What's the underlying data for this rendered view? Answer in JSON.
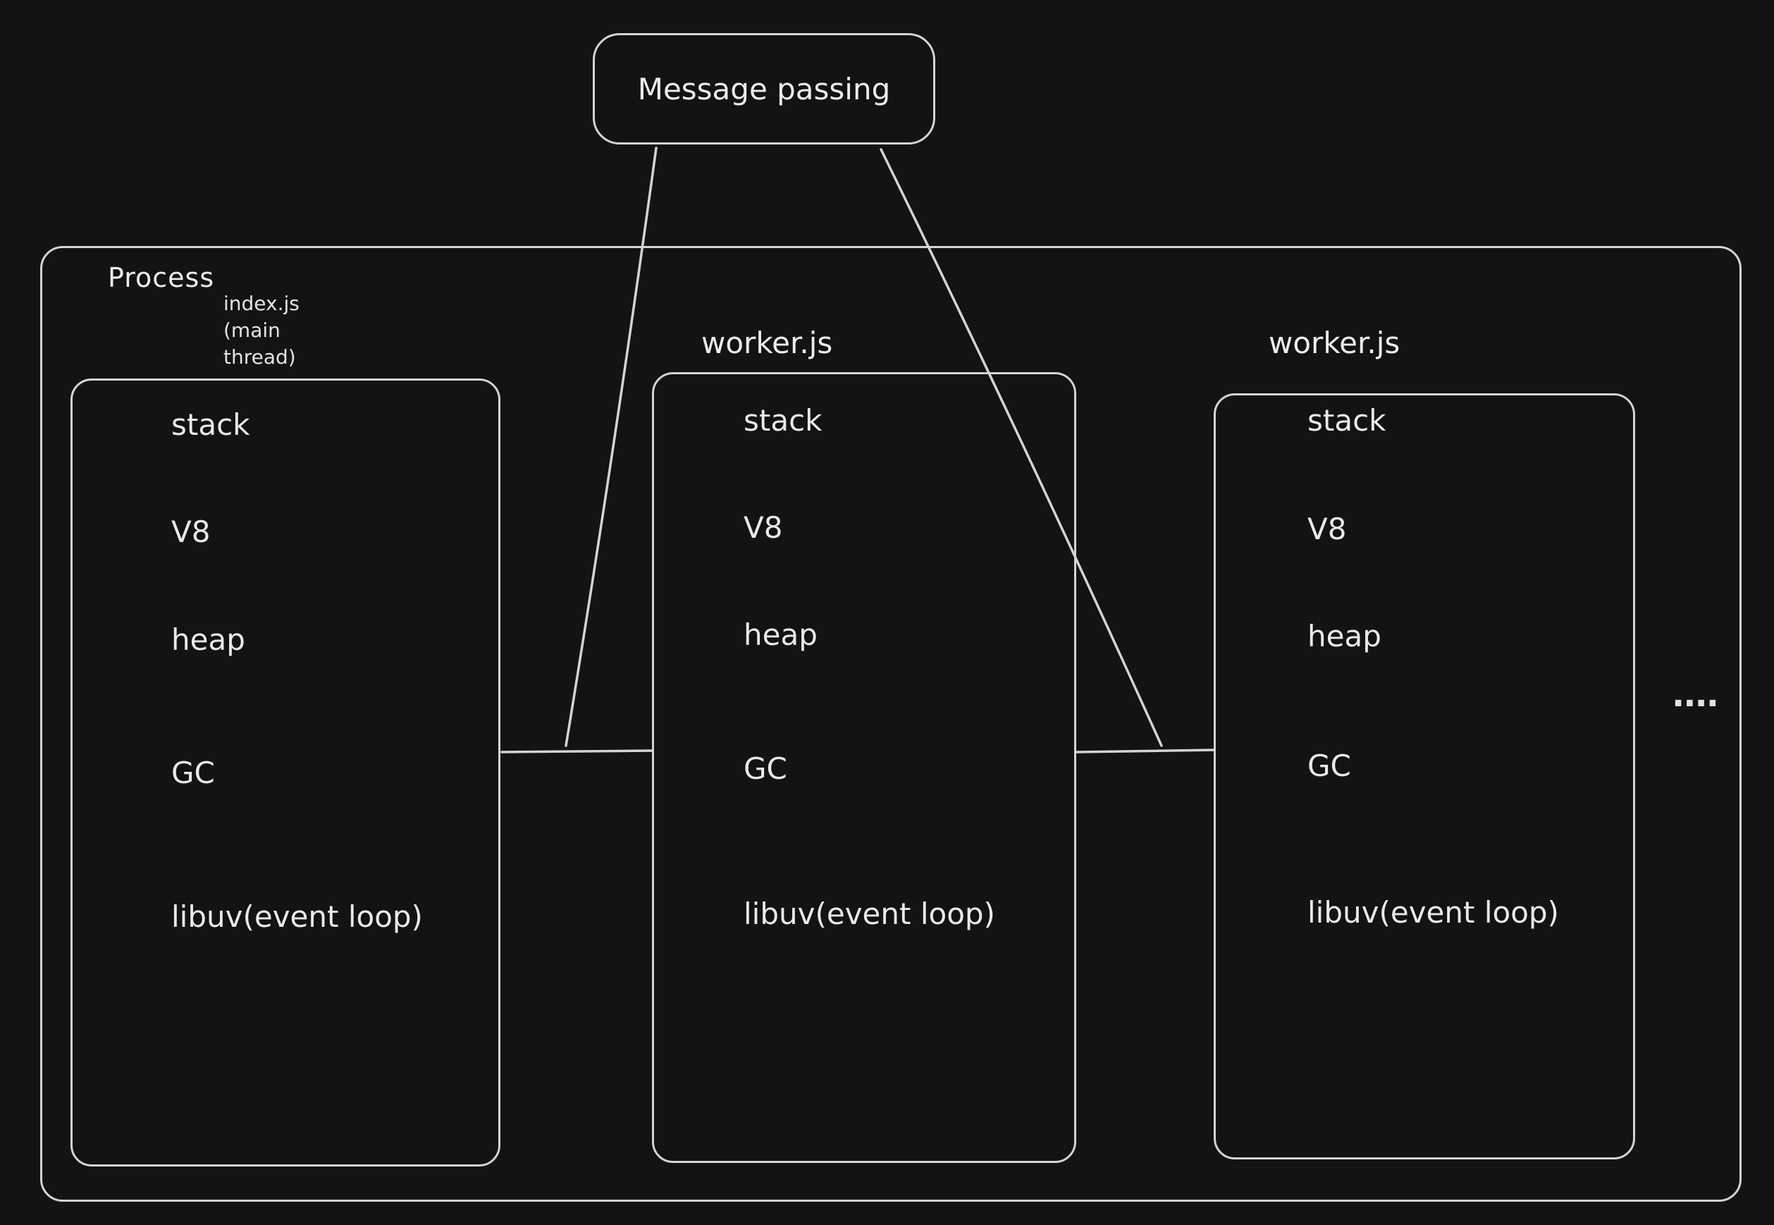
{
  "colors": {
    "background": "#131313",
    "stroke": "#d4d4d4",
    "text": "#e9e9e9"
  },
  "message_box": {
    "label": "Message passing"
  },
  "process": {
    "label": "Process",
    "ellipsis": "....",
    "threads": [
      {
        "annotation_lines": [
          "index.js",
          "(main",
          "thread)"
        ],
        "items": [
          "stack",
          "V8",
          "heap",
          "GC",
          "libuv(event loop)"
        ]
      },
      {
        "title": "worker.js",
        "items": [
          "stack",
          "V8",
          "heap",
          "GC",
          "libuv(event loop)"
        ]
      },
      {
        "title": "worker.js",
        "items": [
          "stack",
          "V8",
          "heap",
          "GC",
          "libuv(event loop)"
        ]
      }
    ]
  }
}
